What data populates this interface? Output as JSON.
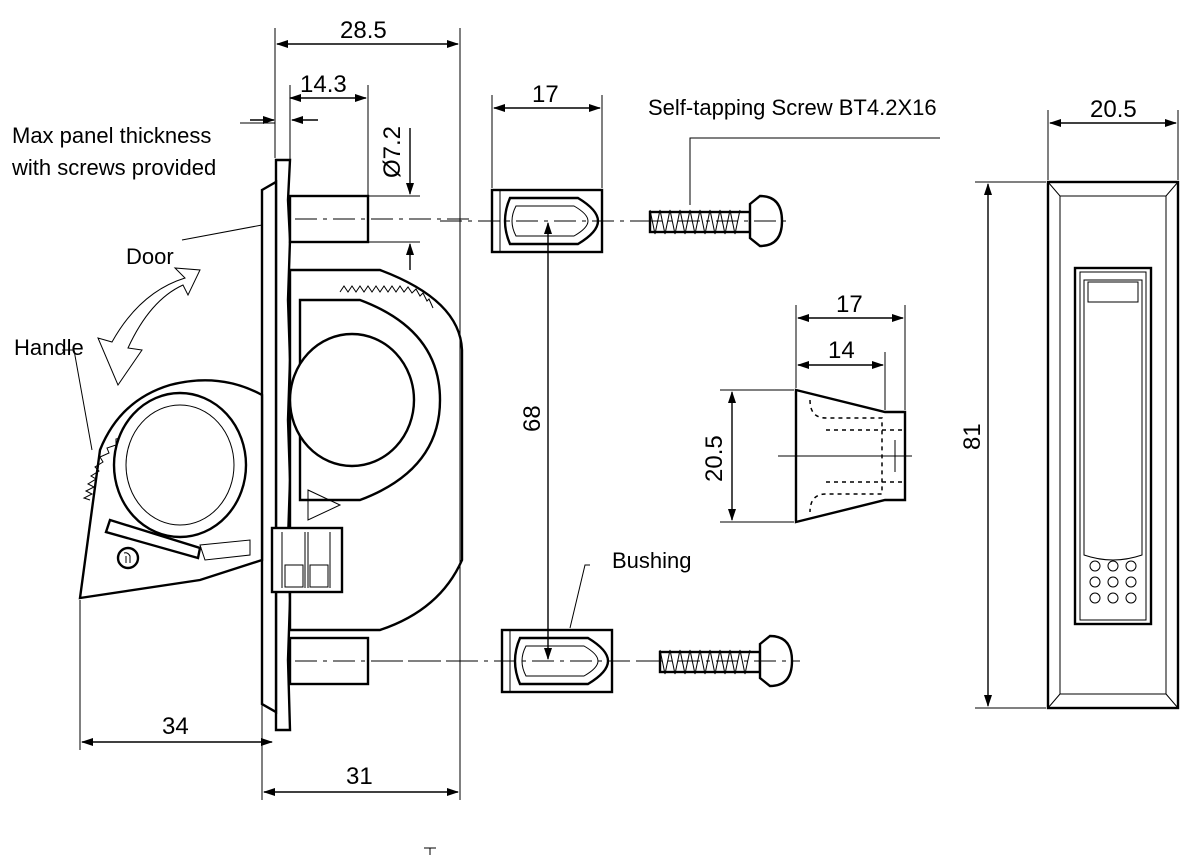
{
  "labels": {
    "max_panel_line1": "Max panel thickness",
    "max_panel_line2": "with screws provided",
    "door": "Door",
    "handle": "Handle",
    "screw": "Self-tapping Screw BT4.2X16",
    "bushing": "Bushing"
  },
  "dimensions": {
    "d_28_5": "28.5",
    "d_14_3": "14.3",
    "d_diam_7_2": "Ø7.2",
    "d_17_top": "17",
    "d_20_5_top": "20.5",
    "d_68": "68",
    "d_17_bushing": "17",
    "d_14": "14",
    "d_20_5_bushing": "20.5",
    "d_81": "81",
    "d_34": "34",
    "d_31": "31"
  },
  "colors": {
    "line": "#000000",
    "background": "#ffffff"
  }
}
